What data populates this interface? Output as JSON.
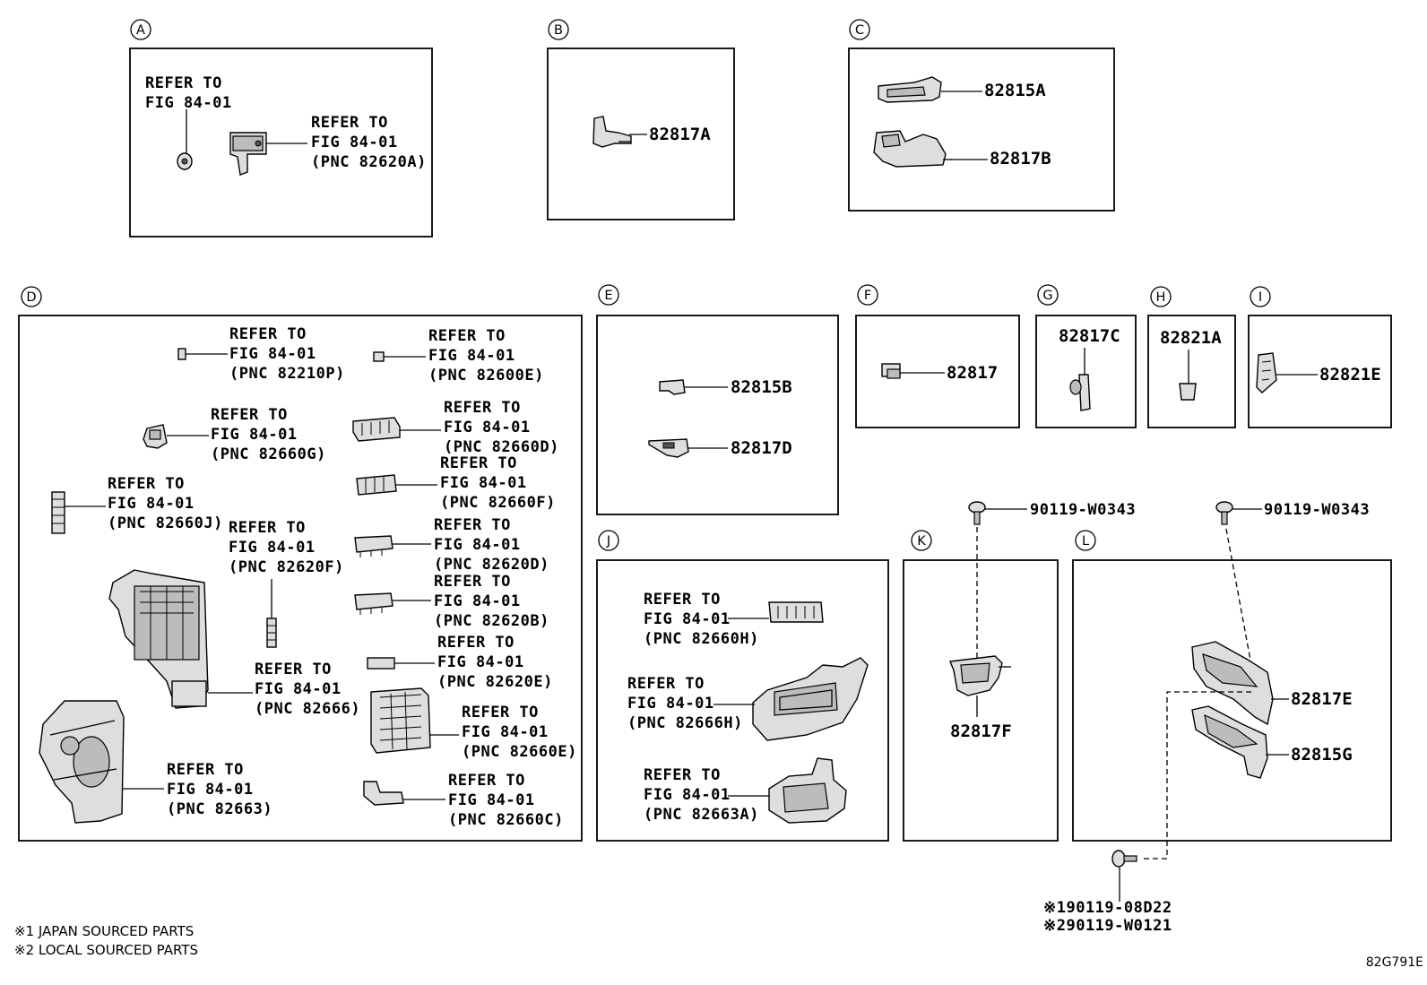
{
  "sections": {
    "A": "A",
    "B": "B",
    "C": "C",
    "D": "D",
    "E": "E",
    "F": "F",
    "G": "G",
    "H": "H",
    "I": "I",
    "J": "J",
    "K": "K",
    "L": "L"
  },
  "common": {
    "refer_to": "REFER TO",
    "fig": "FIG 84-01"
  },
  "pnc": {
    "p82620A": "(PNC 82620A)",
    "p82210P": "(PNC 82210P)",
    "p82600E": "(PNC 82600E)",
    "p82660G": "(PNC 82660G)",
    "p82660D": "(PNC 82660D)",
    "p82660F": "(PNC 82660F)",
    "p82660J": "(PNC 82660J)",
    "p82620F": "(PNC 82620F)",
    "p82620D": "(PNC 82620D)",
    "p82620B": "(PNC 82620B)",
    "p82620E": "(PNC 82620E)",
    "p82666": "(PNC 82666)",
    "p82660E": "(PNC 82660E)",
    "p82663": "(PNC 82663)",
    "p82660C": "(PNC 82660C)",
    "p82660H": "(PNC 82660H)",
    "p82666H": "(PNC 82666H)",
    "p82663A": "(PNC 82663A)"
  },
  "parts": {
    "p82817A": "82817A",
    "p82815A": "82815A",
    "p82817B": "82817B",
    "p82815B": "82815B",
    "p82817D": "82817D",
    "p82817": "82817",
    "p82817C": "82817C",
    "p82821A": "82821A",
    "p82821E": "82821E",
    "p82817F": "82817F",
    "p82817E": "82817E",
    "p82815G": "82815G",
    "bolt_k": "90119-W0343",
    "bolt_l": "90119-W0343",
    "bolt_jp": "※190119-08D22",
    "bolt_local": "※290119-W0121"
  },
  "footnotes": {
    "japan": "※1 JAPAN SOURCED PARTS",
    "local": "※2 LOCAL SOURCED PARTS"
  },
  "figure_code": "82G791E"
}
